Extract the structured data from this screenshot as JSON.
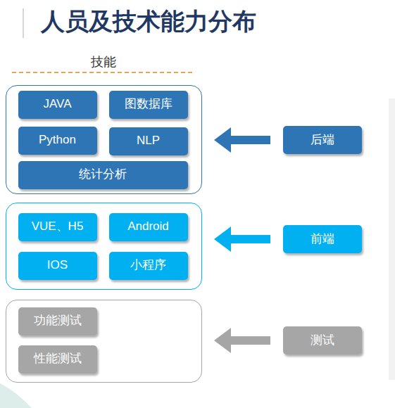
{
  "diagram": {
    "title": "人员及技术能力分布",
    "nodes": [
      {
        "text": []
      },
      {
        "text": [
          "JAVA"
        ],
        "in": 0
      },
      {
        "text": [
          "图数据库"
        ],
        "in": 0
      },
      {
        "text": [
          "Python"
        ],
        "in": 0
      },
      {
        "text": [
          "NLP"
        ],
        "in": 0
      },
      {
        "text": [
          "统计分析"
        ],
        "in": 0
      },
      {
        "text": [
          "后端"
        ]
      },
      {
        "text": []
      },
      {
        "text": [
          "VUE、H5"
        ],
        "in": 7
      },
      {
        "text": [
          "Android"
        ],
        "in": 7
      },
      {
        "text": [
          "IOS"
        ],
        "in": 7
      },
      {
        "text": [
          "小程序"
        ],
        "in": 7
      },
      {
        "text": [
          "前端"
        ]
      },
      {
        "text": []
      },
      {
        "text": [
          "功能测试"
        ],
        "in": 13
      },
      {
        "text": [
          "性能测试"
        ],
        "in": 13
      },
      {
        "text": [
          "测试"
        ]
      }
    ],
    "edges": [
      {
        "from": 6,
        "to": 0,
        "arrow": "to"
      },
      {
        "from": 12,
        "to": 7,
        "arrow": "to"
      },
      {
        "from": 16,
        "to": 13,
        "arrow": "to"
      }
    ],
    "labels": [
      "技能"
    ]
  }
}
